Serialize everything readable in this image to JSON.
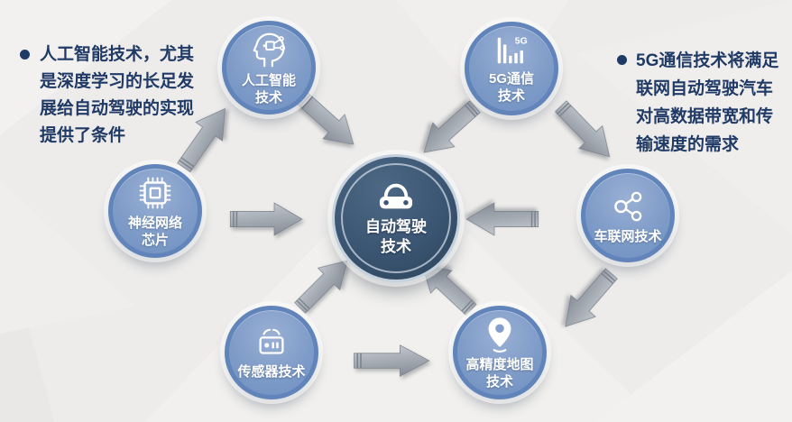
{
  "colors": {
    "background": "#edeceb",
    "node_blue": "#7f9cc8",
    "node_ring": "#6184ba",
    "center_dark": "#35506c",
    "note_text": "#203a66",
    "arrow_gray": "#9aa0a9",
    "icon_white": "#ffffff"
  },
  "left_note": {
    "lines": [
      "人工智能技术，尤其",
      "是深度学习的长足发",
      "展给自动驾驶的实现",
      "提供了条件"
    ]
  },
  "right_note": {
    "lines": [
      "5G通信技术将满足",
      "联网自动驾驶汽车",
      "对高数据带宽和传",
      "输速度的需求"
    ]
  },
  "center": {
    "line1": "自动驾驶",
    "line2": "技术",
    "icon": "car-icon"
  },
  "nodes": [
    {
      "id": "ai",
      "line1": "人工智能",
      "line2": "技术",
      "icon": "ai-head-icon"
    },
    {
      "id": "5g",
      "line1": "5G通信",
      "line2": "技术",
      "icon": "5g-signal-icon",
      "icon_tag": "5G"
    },
    {
      "id": "chip",
      "line1": "神经网络",
      "line2": "芯片",
      "icon": "chip-icon"
    },
    {
      "id": "iov",
      "line1": "车联网技术",
      "line2": "",
      "icon": "share-network-icon"
    },
    {
      "id": "sensor",
      "line1": "传感器技术",
      "line2": "",
      "icon": "sensor-remote-icon"
    },
    {
      "id": "map",
      "line1": "高精度地图",
      "line2": "技术",
      "icon": "map-pin-icon"
    }
  ]
}
